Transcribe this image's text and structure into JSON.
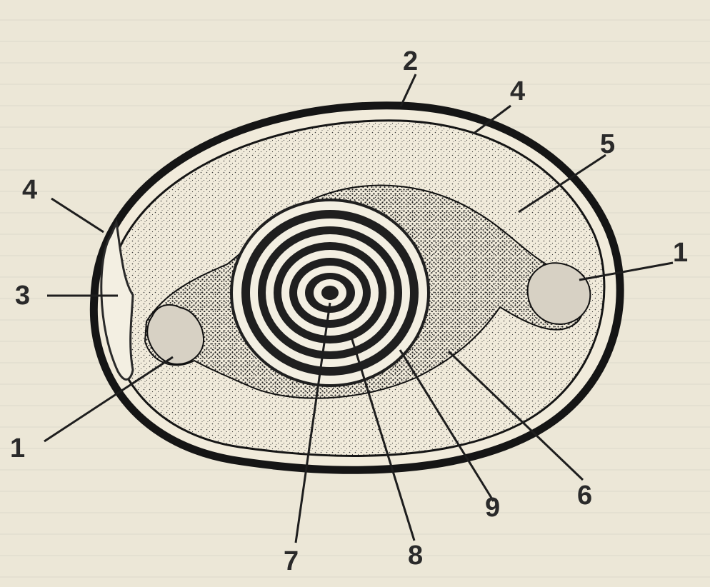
{
  "diagram": {
    "colors": {
      "paper": "#ece7d7",
      "ink": "#151515",
      "albumen_stipple": "#3a3a3a",
      "yolk_light": "#f3efe2",
      "yolk_dark": "#1f1f1f"
    },
    "labels": [
      {
        "id": "label-1-right",
        "text": "1"
      },
      {
        "id": "label-1-left",
        "text": "1"
      },
      {
        "id": "label-2",
        "text": "2"
      },
      {
        "id": "label-3",
        "text": "3"
      },
      {
        "id": "label-4-left",
        "text": "4"
      },
      {
        "id": "label-4-top",
        "text": "4"
      },
      {
        "id": "label-5",
        "text": "5"
      },
      {
        "id": "label-6",
        "text": "6"
      },
      {
        "id": "label-7",
        "text": "7"
      },
      {
        "id": "label-8",
        "text": "8"
      },
      {
        "id": "label-9",
        "text": "9"
      }
    ]
  }
}
